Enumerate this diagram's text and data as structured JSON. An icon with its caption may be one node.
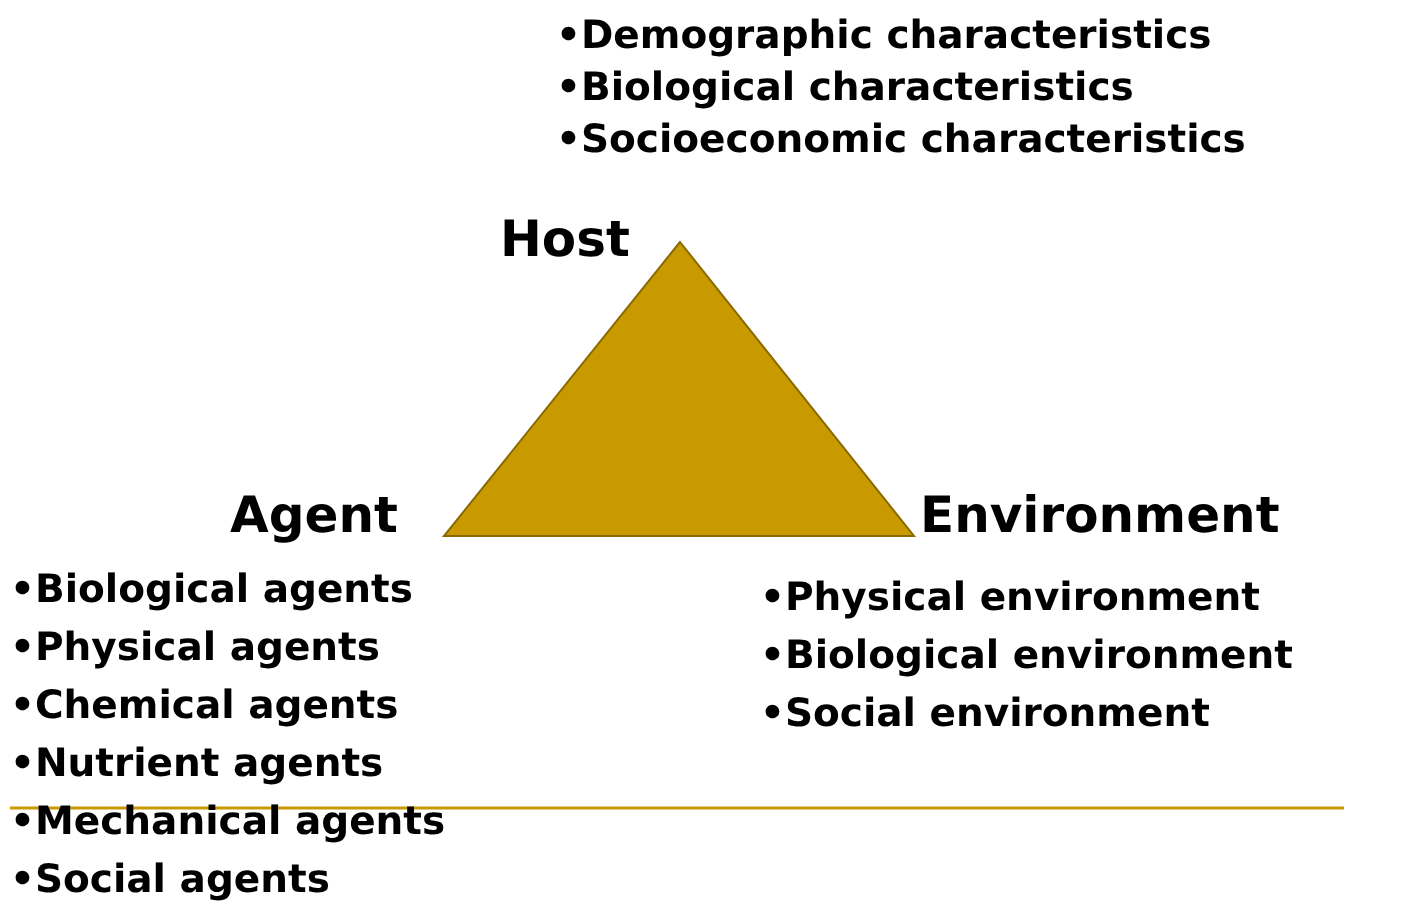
{
  "diagram": {
    "nodes": [
      {
        "text": [
          "Host"
        ],
        "beside": [
          "•Demographic characteristics",
          "•Biological characteristics",
          "•Socioeconomic characteristics"
        ]
      },
      {
        "text": [
          "Agent"
        ],
        "beside": [
          "•Biological agents",
          "•Physical agents",
          "•Chemical agents",
          "•Nutrient agents",
          "•Mechanical agents",
          "•Social agents"
        ]
      },
      {
        "text": [
          "Environment"
        ],
        "beside": [
          "•Physical environment",
          "•Biological environment",
          "•Social environment"
        ]
      }
    ]
  }
}
